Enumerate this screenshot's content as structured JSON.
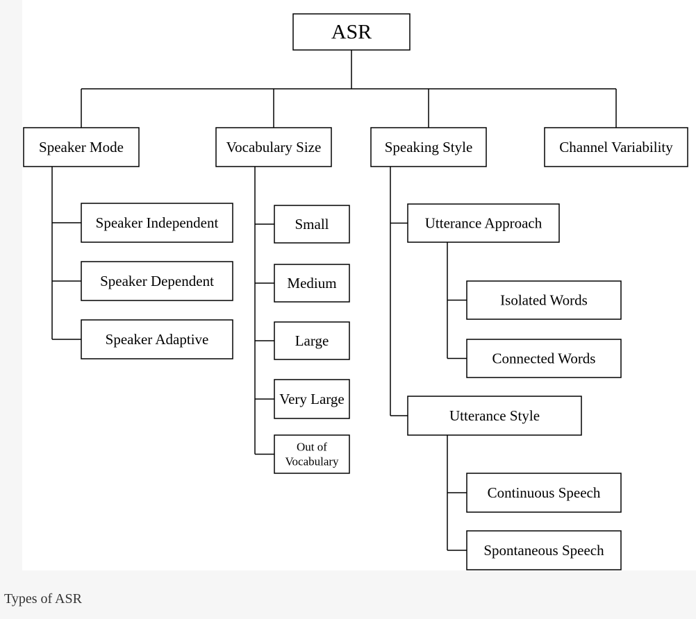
{
  "caption": "Types of ASR",
  "diagram": {
    "root": "ASR",
    "nodes": {
      "asr": "ASR",
      "speaker_mode": "Speaker Mode",
      "vocabulary_size": "Vocabulary Size",
      "speaking_style": "Speaking Style",
      "channel_variability": "Channel Variability",
      "speaker_independent": "Speaker Independent",
      "speaker_dependent": "Speaker Dependent",
      "speaker_adaptive": "Speaker Adaptive",
      "small": "Small",
      "medium": "Medium",
      "large": "Large",
      "very_large": "Very Large",
      "out_of_vocabulary": "Out of\nVocabulary",
      "utterance_approach": "Utterance Approach",
      "isolated_words": "Isolated Words",
      "connected_words": "Connected Words",
      "utterance_style": "Utterance Style",
      "continuous_speech": "Continuous Speech",
      "spontaneous_speech": "Spontaneous Speech"
    },
    "edges": [
      [
        "asr",
        "speaker_mode"
      ],
      [
        "asr",
        "vocabulary_size"
      ],
      [
        "asr",
        "speaking_style"
      ],
      [
        "asr",
        "channel_variability"
      ],
      [
        "speaker_mode",
        "speaker_independent"
      ],
      [
        "speaker_mode",
        "speaker_dependent"
      ],
      [
        "speaker_mode",
        "speaker_adaptive"
      ],
      [
        "vocabulary_size",
        "small"
      ],
      [
        "vocabulary_size",
        "medium"
      ],
      [
        "vocabulary_size",
        "large"
      ],
      [
        "vocabulary_size",
        "very_large"
      ],
      [
        "vocabulary_size",
        "out_of_vocabulary"
      ],
      [
        "speaking_style",
        "utterance_approach"
      ],
      [
        "speaking_style",
        "utterance_style"
      ],
      [
        "utterance_approach",
        "isolated_words"
      ],
      [
        "utterance_approach",
        "connected_words"
      ],
      [
        "utterance_style",
        "continuous_speech"
      ],
      [
        "utterance_style",
        "spontaneous_speech"
      ]
    ]
  }
}
